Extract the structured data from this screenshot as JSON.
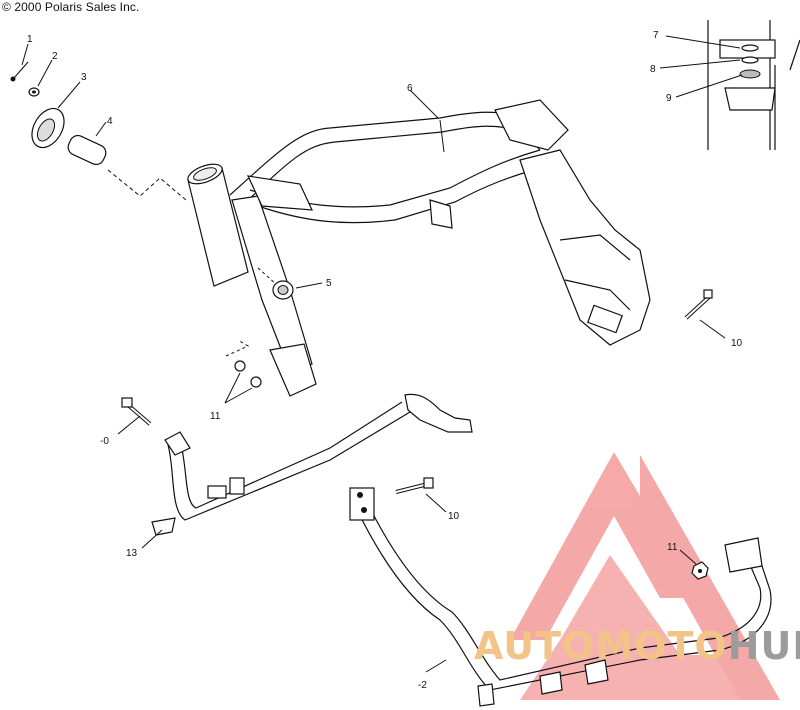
{
  "copyright": "© 2000 Polaris Sales Inc.",
  "callouts": {
    "c1": "1",
    "c2": "2",
    "c3": "3",
    "c4": "4",
    "c5": "5",
    "c6": "6",
    "c7": "7",
    "c8": "8",
    "c9": "9",
    "c10a": "10",
    "c10b": "-0",
    "c10c": "10",
    "c11a": "11",
    "c11b": "11",
    "c12": "-2",
    "c13": "13"
  },
  "watermark": {
    "part1": "AUTO",
    "part2": "MOTO",
    "part3": "HUB",
    "colors": {
      "logo": "#f28c8c",
      "text": "#f3c487",
      "hub": "#9c9c9c"
    }
  }
}
